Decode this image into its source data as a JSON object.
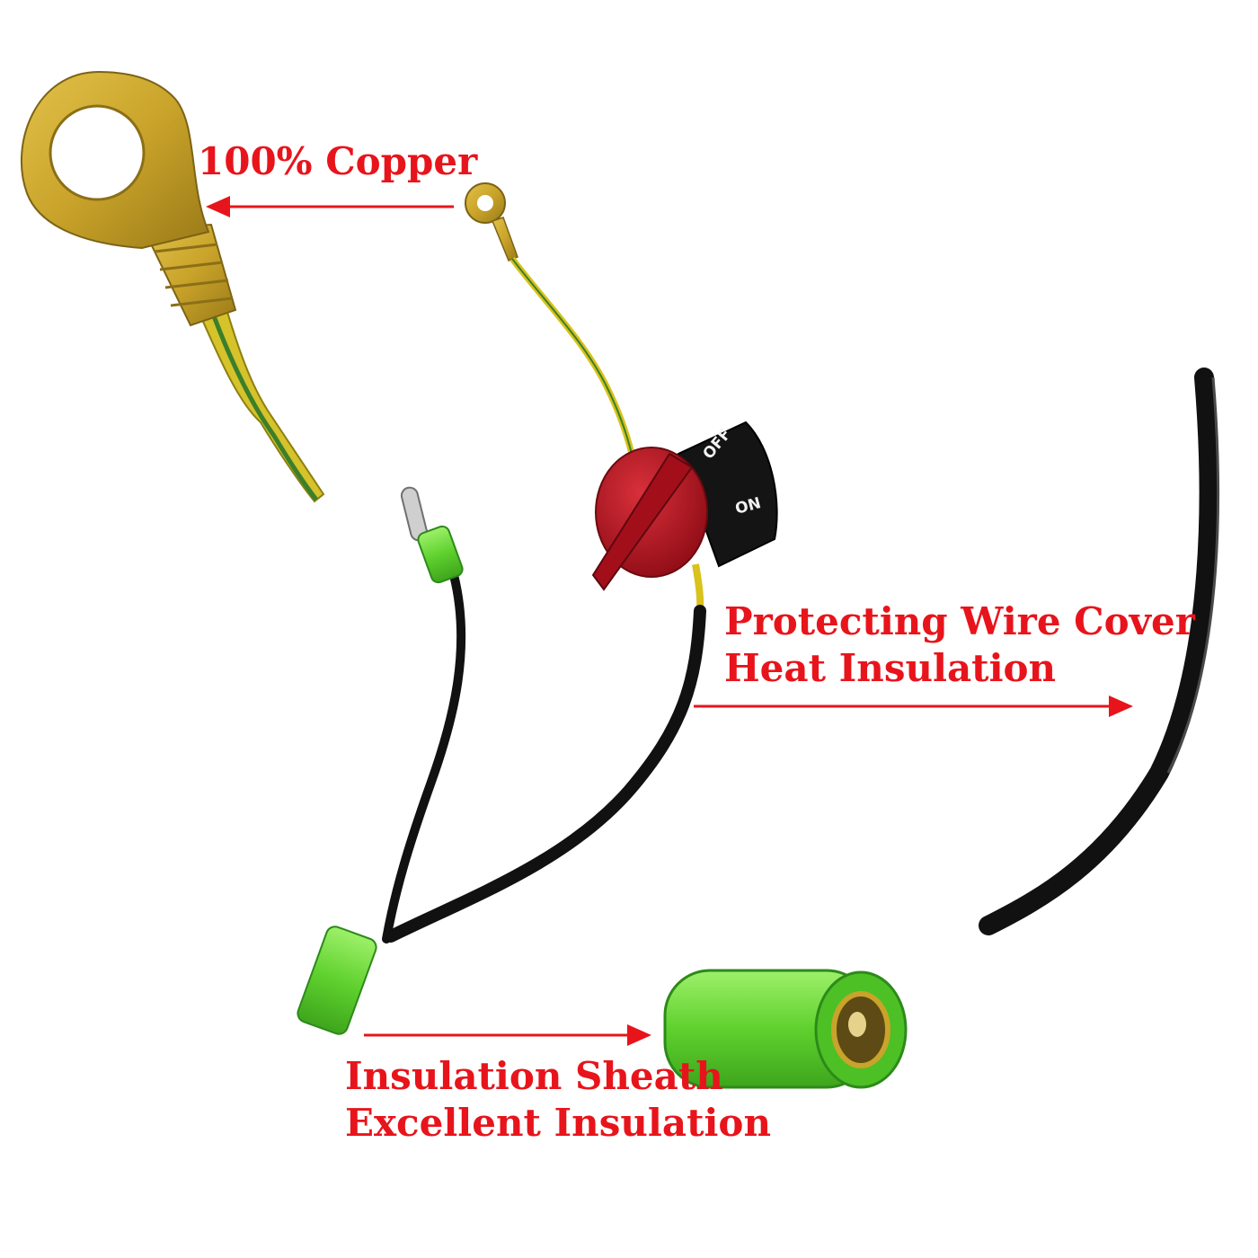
{
  "colors": {
    "callout_text": "#e8141b",
    "arrow": "#e8141b",
    "copper": "#c9a32a",
    "wire_yellow": "#d9c21c",
    "wire_green": "#3a7f2c",
    "wire_black": "#111111",
    "switch_red": "#b81420",
    "sheath_green": "#6bde3a"
  },
  "icons": {
    "copper_terminal": "ring-terminal-icon",
    "switch": "rotary-switch-icon",
    "sheath": "bullet-connector-icon",
    "cover": "black-wire-icon"
  },
  "callouts": {
    "copper": {
      "line1": "100% Copper"
    },
    "cover": {
      "line1": "Protecting Wire Cover",
      "line2": "Heat Insulation"
    },
    "sheath": {
      "line1": "Insulation Sheath",
      "line2": "Excellent Insulation"
    }
  },
  "switch_labels": {
    "off": "OFF",
    "on": "ON"
  }
}
